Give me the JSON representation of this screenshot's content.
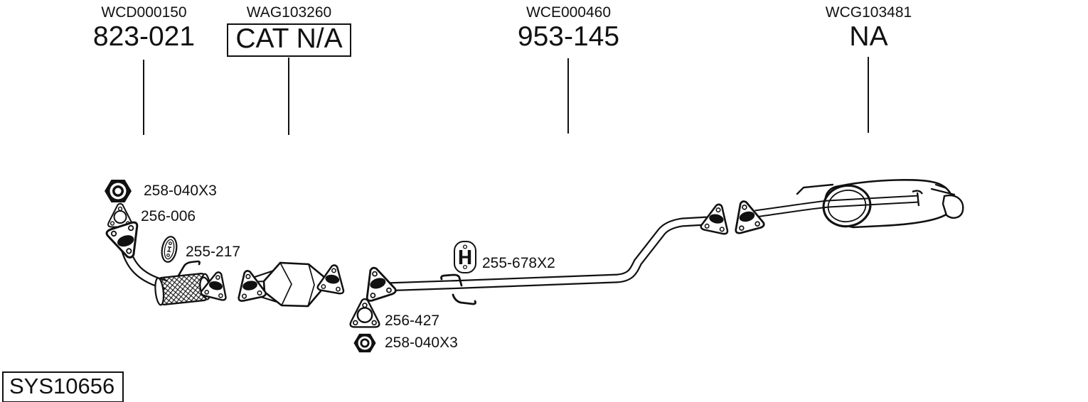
{
  "colors": {
    "ink": "#111111",
    "background": "#ffffff"
  },
  "header": {
    "groups": [
      {
        "code": "WCD000150",
        "label": "823-021",
        "boxed": false
      },
      {
        "code": "WAG103260",
        "label": "CAT N/A",
        "boxed": true
      },
      {
        "code": "WCE000460",
        "label": "953-145",
        "boxed": false
      },
      {
        "code": "WCG103481",
        "label": "NA",
        "boxed": false
      }
    ]
  },
  "part_labels": [
    {
      "label": "258-040X3",
      "icon": "hex-nut-icon"
    },
    {
      "label": "256-006",
      "icon": "triangle-gasket-icon"
    },
    {
      "label": "255-217",
      "icon": "oval-hanger-icon"
    },
    {
      "label": "255-678X2",
      "icon": "h-hanger-icon"
    },
    {
      "label": "256-427",
      "icon": "triangle-gasket-icon"
    },
    {
      "label": "258-040X3",
      "icon": "hex-nut-icon"
    }
  ],
  "footer": {
    "system_code": "SYS10656"
  }
}
